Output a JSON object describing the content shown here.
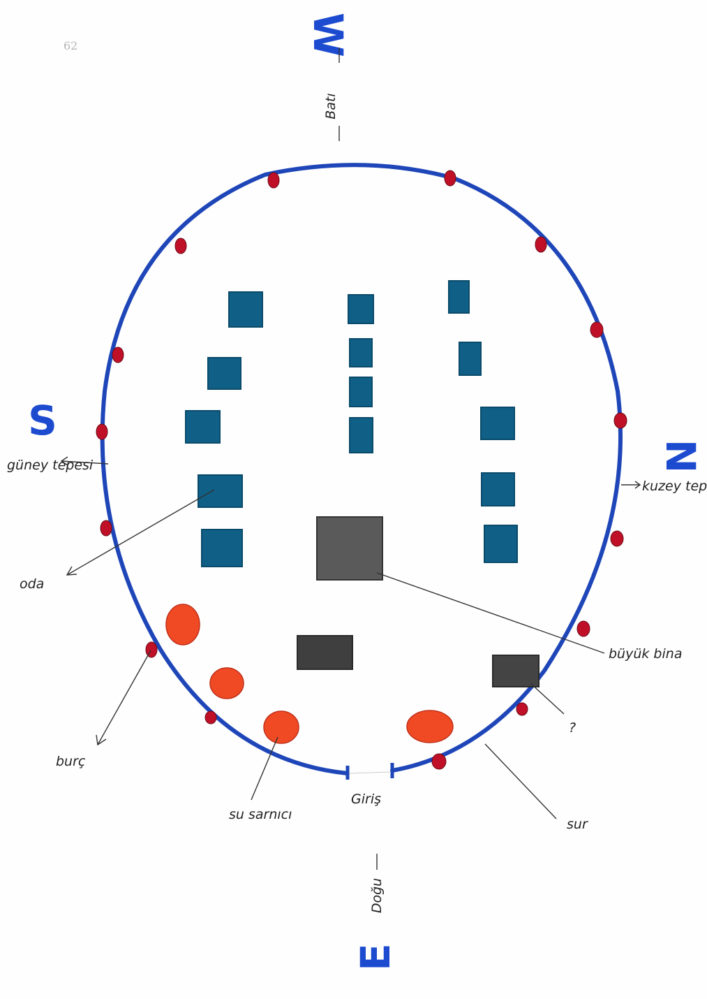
{
  "page_number": "62",
  "compass": {
    "west": {
      "letter": "W",
      "label": "Batı"
    },
    "east": {
      "letter": "E",
      "label": "Doğu"
    },
    "south": {
      "letter": "S",
      "label": "güney tepesi"
    },
    "north": {
      "letter": "N",
      "label": "kuzey tepesi"
    }
  },
  "labels": {
    "room": "oda",
    "big_building": "büyük bina",
    "unknown": "?",
    "tower": "burç",
    "cistern": "su sarnıcı",
    "entrance": "Giriş",
    "wall": "sur"
  },
  "colors": {
    "wall": "#1e46b8",
    "tower": "#c01028",
    "room": "#0f5f86",
    "building": "#4b4b4b",
    "cistern": "#f04a24",
    "compass": "#1d4bd0"
  }
}
